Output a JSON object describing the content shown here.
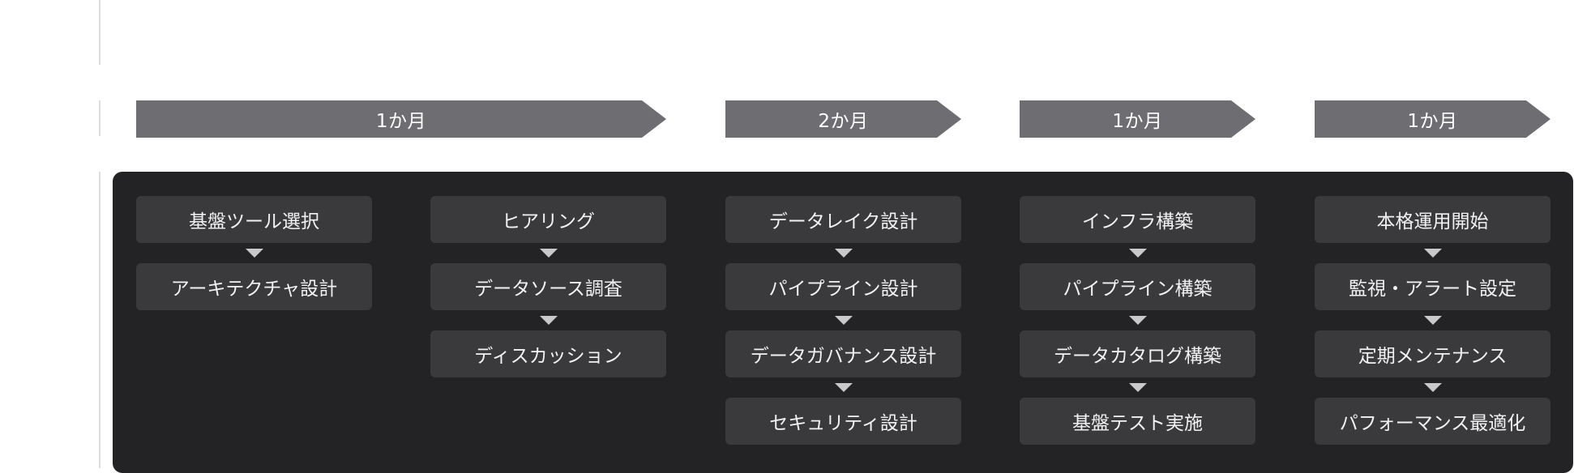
{
  "phases": [
    {
      "label": "1か月"
    },
    {
      "label": "2か月"
    },
    {
      "label": "1か月"
    },
    {
      "label": "1か月"
    }
  ],
  "columns": [
    {
      "tasks": [
        "基盤ツール選択",
        "アーキテクチャ設計"
      ]
    },
    {
      "tasks": [
        "ヒアリング",
        "データソース調査",
        "ディスカッション"
      ]
    },
    {
      "tasks": [
        "データレイク設計",
        "パイプライン設計",
        "データガバナンス設計",
        "セキュリティ設計"
      ]
    },
    {
      "tasks": [
        "インフラ構築",
        "パイプライン構築",
        "データカタログ構築",
        "基盤テスト実施"
      ]
    },
    {
      "tasks": [
        "本格運用開始",
        "監視・アラート設定",
        "定期メンテナンス",
        "パフォーマンス最適化"
      ]
    }
  ]
}
